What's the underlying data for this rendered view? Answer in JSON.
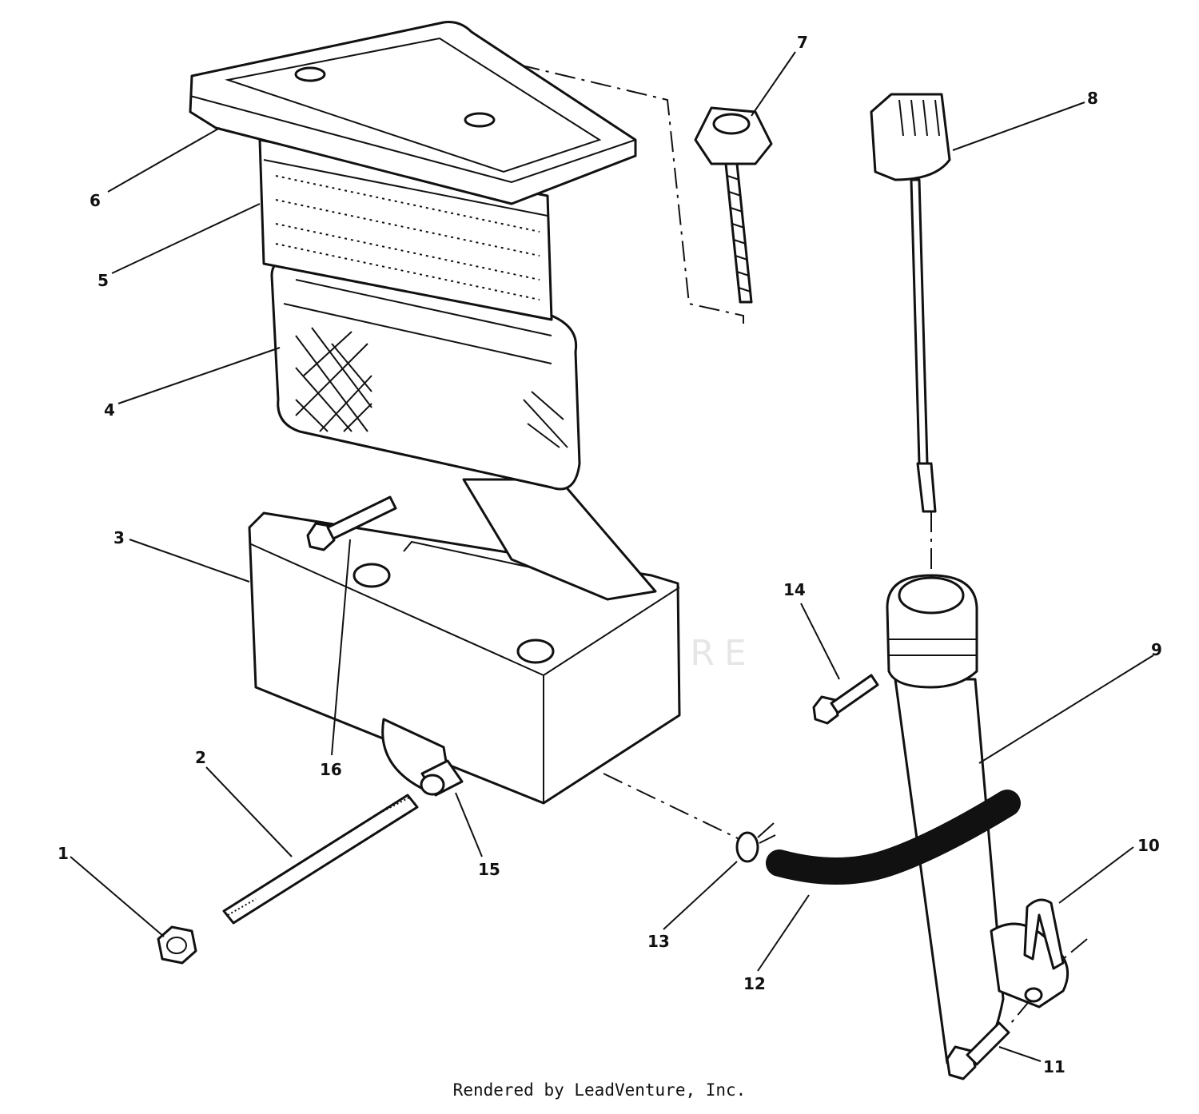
{
  "watermark": {
    "text": "LEADVENTURE"
  },
  "callouts": [
    {
      "id": "1",
      "text": "1"
    },
    {
      "id": "2",
      "text": "2"
    },
    {
      "id": "3",
      "text": "3"
    },
    {
      "id": "4",
      "text": "4"
    },
    {
      "id": "5",
      "text": "5"
    },
    {
      "id": "6",
      "text": "6"
    },
    {
      "id": "7",
      "text": "7"
    },
    {
      "id": "8",
      "text": "8"
    },
    {
      "id": "9",
      "text": "9"
    },
    {
      "id": "10",
      "text": "10"
    },
    {
      "id": "11",
      "text": "11"
    },
    {
      "id": "12",
      "text": "12"
    },
    {
      "id": "13",
      "text": "13"
    },
    {
      "id": "14",
      "text": "14"
    },
    {
      "id": "15",
      "text": "15"
    },
    {
      "id": "16",
      "text": "16"
    }
  ],
  "footer": {
    "text": "Rendered by LeadVenture, Inc."
  }
}
